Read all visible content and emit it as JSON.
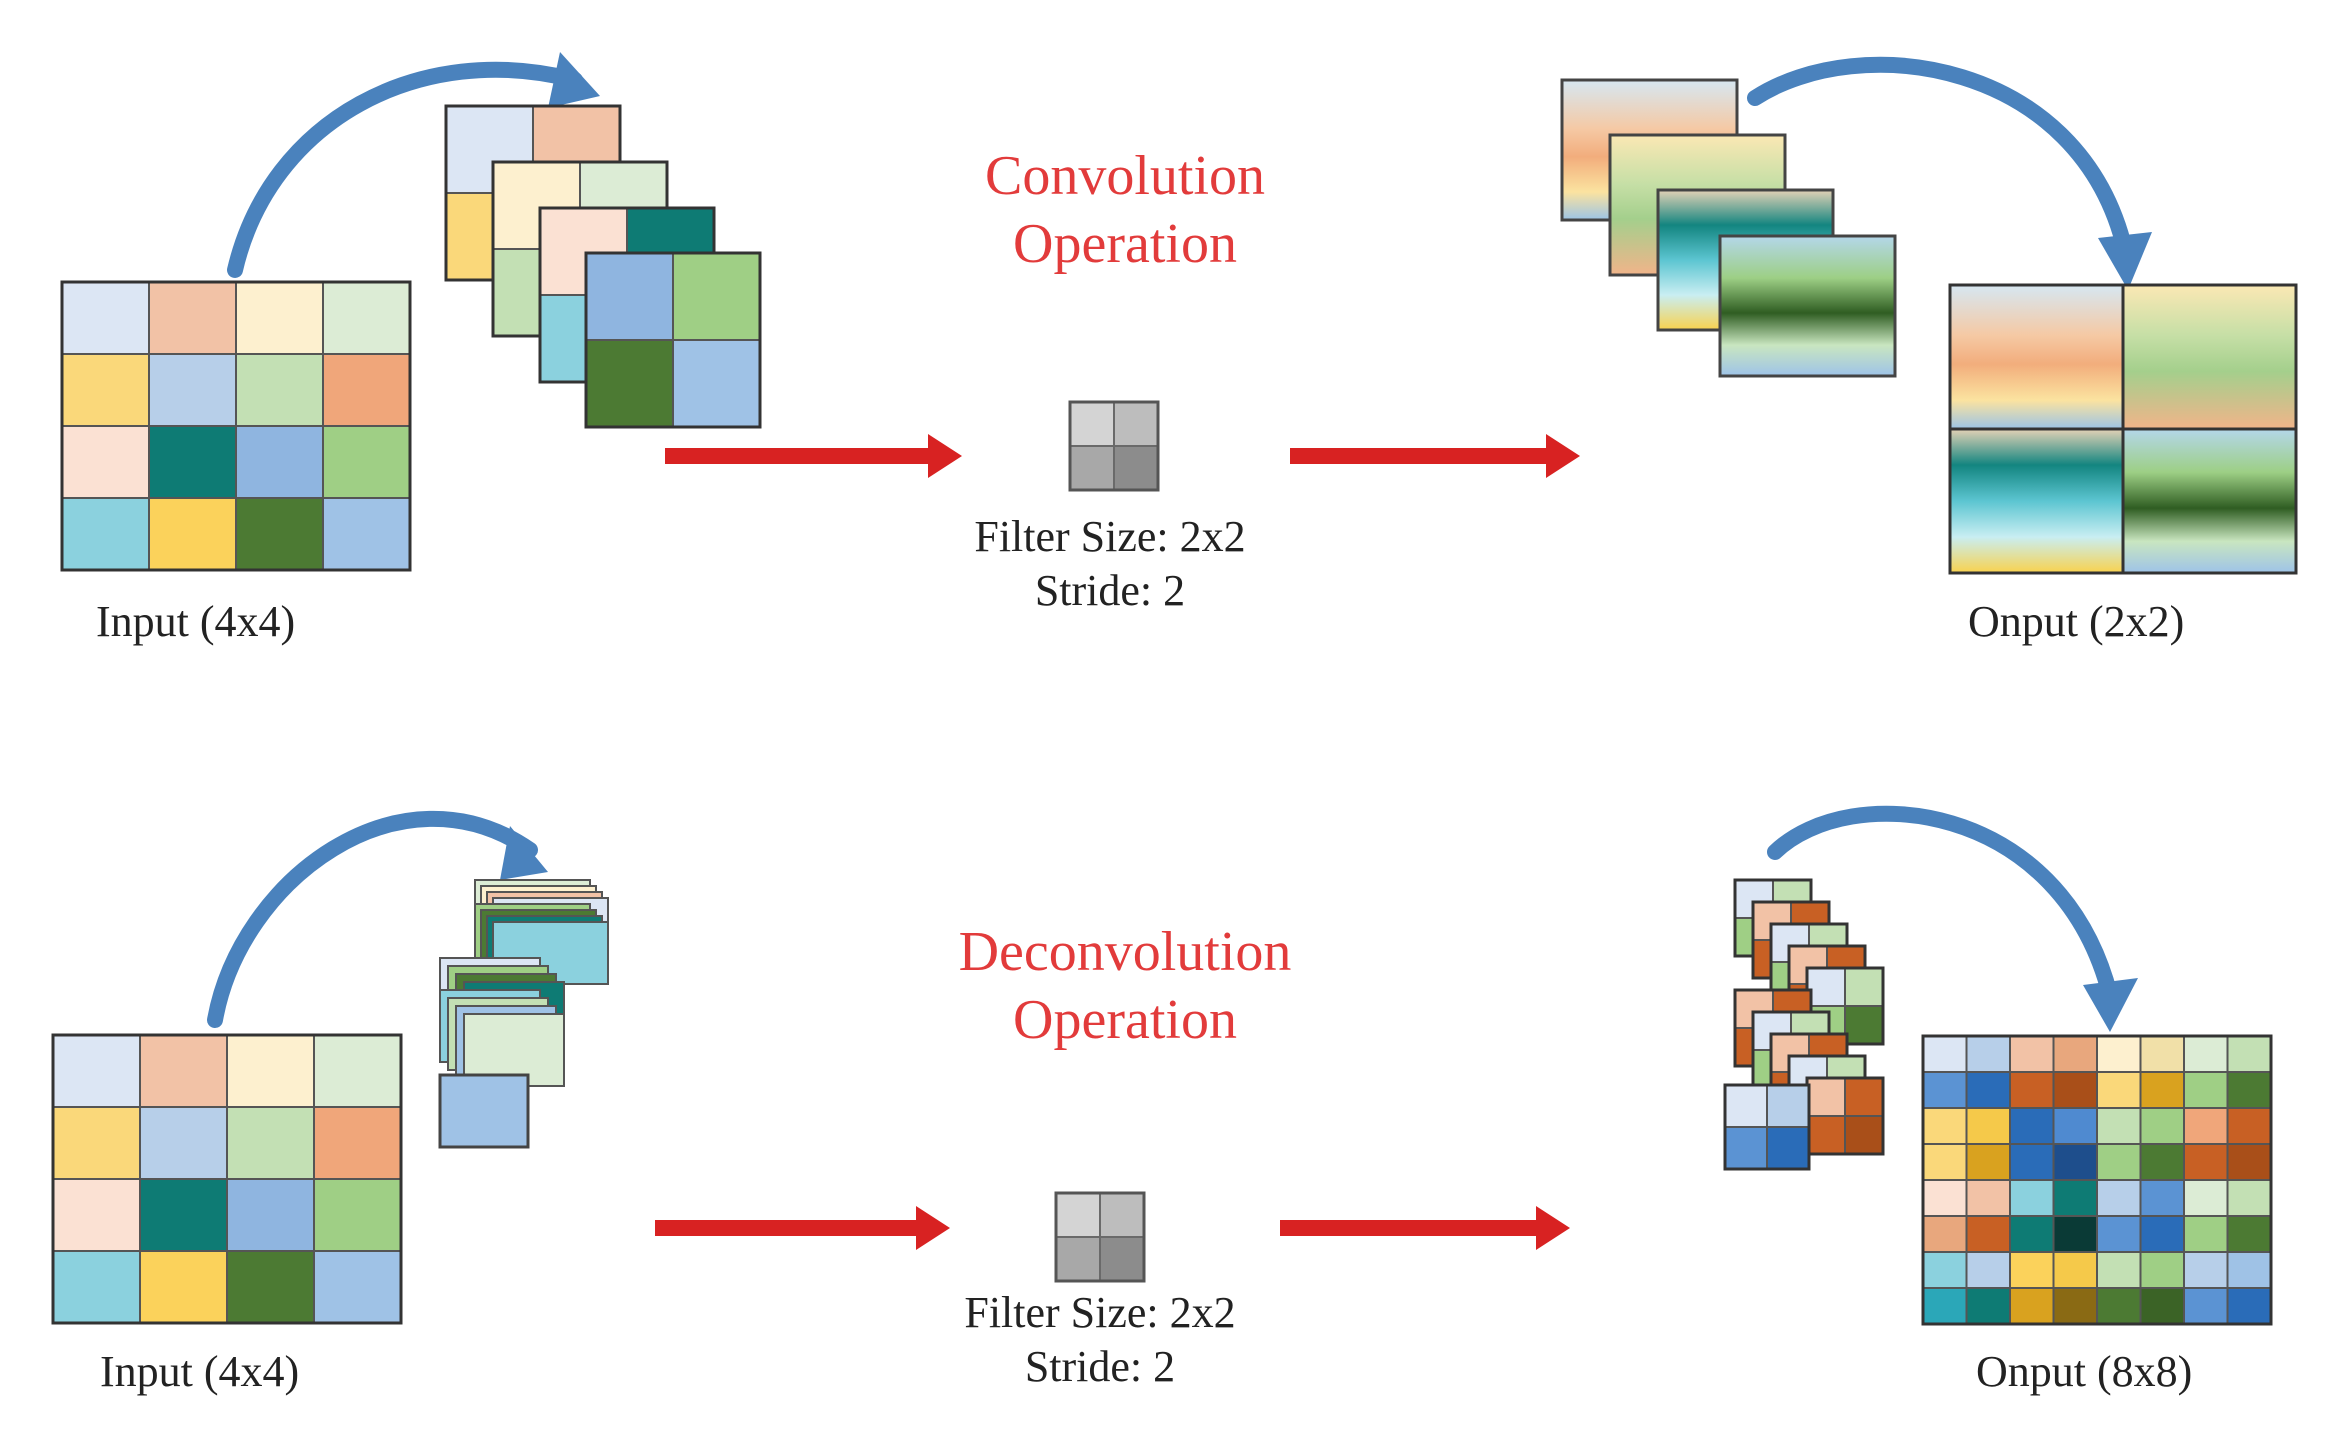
{
  "colors": {
    "title_red": "#e23b3b",
    "arrow_red": "#d82222",
    "curved_arrow_blue": "#4a82bd",
    "grid_border": "#555555"
  },
  "convolution": {
    "title_line1": "Convolution",
    "title_line2": "Operation",
    "input_label": "Input (4x4)",
    "filter_size": "Filter Size: 2x2",
    "stride": "Stride: 2",
    "output_label": "Onput (2x2)"
  },
  "deconvolution": {
    "title_line1": "Deconvolution",
    "title_line2": "Operation",
    "input_label": "Input (4x4)",
    "filter_size": "Filter Size: 2x2",
    "stride": "Stride: 2",
    "output_label": "Onput (8x8)"
  },
  "input_grid_colors": [
    [
      "#dce6f4",
      "#f2c2a6",
      "#fdf0cf",
      "#dcecd5"
    ],
    [
      "#fad87a",
      "#b7cfe9",
      "#c3e0b4",
      "#f0a67a"
    ],
    [
      "#fbe1d3",
      "#0e7b74",
      "#8fb5e0",
      "#9fcf85"
    ],
    [
      "#8bd1de",
      "#fbd25b",
      "#4c7a33",
      "#9fc2e6"
    ]
  ]
}
